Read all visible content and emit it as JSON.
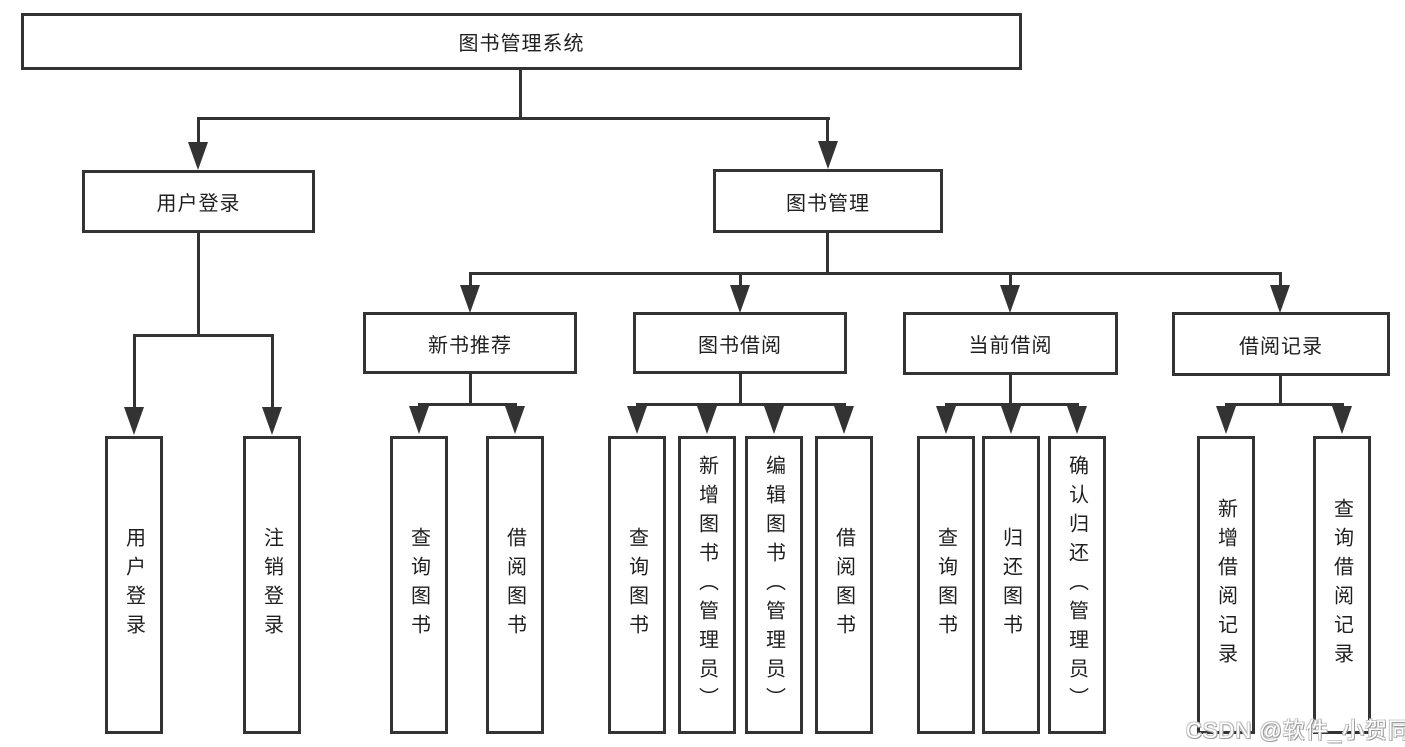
{
  "colors": {
    "line": "#333333",
    "text": "#1f1f1f",
    "background": "#ffffff",
    "watermark": "#ffffff"
  },
  "nodes": {
    "root": "图书管理系统",
    "branches": [
      {
        "label": "用户登录",
        "children": [
          "用户登录",
          "注销登录"
        ]
      },
      {
        "label": "图书管理"
      }
    ],
    "modules": [
      {
        "label": "新书推荐",
        "children": [
          "查询图书",
          "借阅图书"
        ]
      },
      {
        "label": "图书借阅",
        "children": [
          "查询图书",
          "新增图书（管理员）",
          "编辑图书（管理员）",
          "借阅图书"
        ]
      },
      {
        "label": "当前借阅",
        "children": [
          "查询图书",
          "归还图书",
          "确认归还（管理员）"
        ]
      },
      {
        "label": "借阅记录",
        "children": [
          "新增借阅记录",
          "查询借阅记录"
        ]
      }
    ]
  },
  "watermark": "CSDN @软件_小贺同学"
}
